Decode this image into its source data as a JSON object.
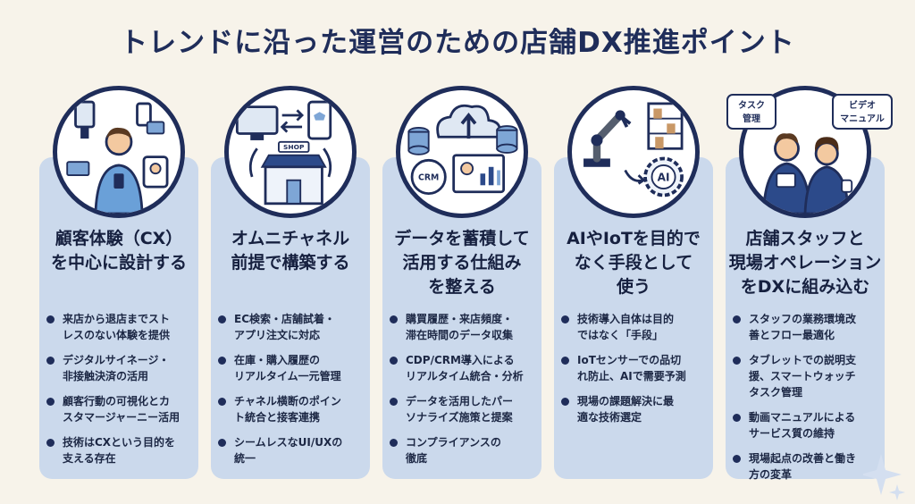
{
  "title": "トレンドに沿った運営のための店舗DX推進ポイント",
  "colors": {
    "background": "#f7f3ea",
    "card": "#cbd9ec",
    "navy": "#1f2d5a",
    "ring": "#1f2d5a"
  },
  "columns": [
    {
      "id": "cx",
      "icon": "customer-devices-icon",
      "heading": [
        "顧客体験（CX）",
        "を中心に設計する"
      ],
      "bullets": [
        [
          "来店から退店までスト",
          "レスのない体験を提供"
        ],
        [
          "デジタルサイネージ・",
          "非接触決済の活用"
        ],
        [
          "顧客行動の可視化とカ",
          "スタマージャーニー活用"
        ],
        [
          "技術はCXという目的を",
          "支える存在"
        ]
      ]
    },
    {
      "id": "omni",
      "icon": "omnichannel-shop-icon",
      "icon_label": "SHOP",
      "heading": [
        "オムニチャネル",
        "前提で構築する"
      ],
      "bullets": [
        [
          "EC検索・店舗試着・",
          "アプリ注文に対応"
        ],
        [
          "在庫・購入履歴の",
          "リアルタイム一元管理"
        ],
        [
          "チャネル横断のポイン",
          "ト統合と接客連携"
        ],
        [
          "シームレスなUI/UXの",
          "統一"
        ]
      ]
    },
    {
      "id": "data",
      "icon": "cloud-crm-icon",
      "icon_label": "CRM",
      "heading": [
        "データを蓄積して",
        "活用する仕組み",
        "を整える"
      ],
      "bullets": [
        [
          "購買履歴・来店頻度・",
          "滞在時間のデータ収集"
        ],
        [
          "CDP/CRM導入による",
          "リアルタイム統合・分析"
        ],
        [
          "データを活用したパー",
          "ソナライズ施策と提案"
        ],
        [
          "コンプライアンスの",
          "徹底"
        ]
      ]
    },
    {
      "id": "ai",
      "icon": "robot-arm-ai-icon",
      "icon_label": "AI",
      "heading": [
        "AIやIoTを目的で",
        "なく手段として",
        "使う"
      ],
      "bullets": [
        [
          "技術導入自体は目的",
          "ではなく「手段」"
        ],
        [
          "IoTセンサーでの品切",
          "れ防止、AIで需要予測"
        ],
        [
          "現場の課題解決に最",
          "適な技術選定"
        ]
      ]
    },
    {
      "id": "staff",
      "icon": "store-staff-icon",
      "icon_labels": [
        [
          "タスク",
          "管理"
        ],
        [
          "ビデオ",
          "マニュアル"
        ]
      ],
      "heading": [
        "店舗スタッフと",
        "現場オペレーション",
        "をDXに組み込む"
      ],
      "bullets": [
        [
          "スタッフの業務環境改",
          "善とフロー最適化"
        ],
        [
          "タブレットでの説明支",
          "援、スマートウォッチ",
          "タスク管理"
        ],
        [
          "動画マニュアルによる",
          "サービス質の維持"
        ],
        [
          "現場起点の改善と働き",
          "方の変革"
        ]
      ]
    }
  ]
}
